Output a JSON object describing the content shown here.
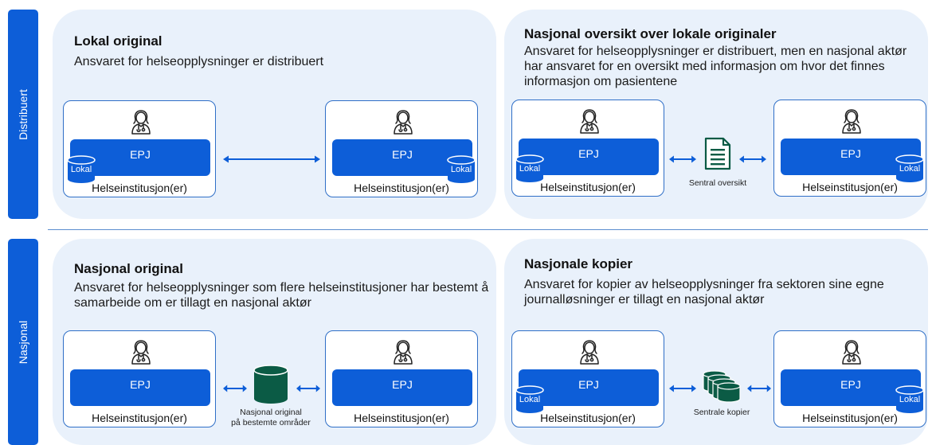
{
  "rows": {
    "top_label": "Distribuert",
    "bottom_label": "Nasjonal"
  },
  "panels": [
    {
      "title": "Lokal original",
      "description": "Ansvaret for helseopplysninger er distribuert",
      "left": {
        "epj": "EPJ",
        "label": "Helseinstitusjon(er)",
        "lokal": "Lokal"
      },
      "right": {
        "epj": "EPJ",
        "label": "Helseinstitusjon(er)",
        "lokal": "Lokal"
      }
    },
    {
      "title": "Nasjonal oversikt over lokale originaler",
      "description": "Ansvaret for helseopplysninger er distribuert, men en nasjonal aktør har ansvaret for en oversikt med informasjon om hvor det finnes informasjon om pasientene",
      "left": {
        "epj": "EPJ",
        "label": "Helseinstitusjon(er)",
        "lokal": "Lokal"
      },
      "right": {
        "epj": "EPJ",
        "label": "Helseinstitusjon(er)",
        "lokal": "Lokal"
      },
      "center_caption": "Sentral oversikt"
    },
    {
      "title": "Nasjonal original",
      "description": "Ansvaret for helseopplysninger som flere helseinstitusjoner har bestemt å samarbeide om er tillagt en nasjonal aktør",
      "left": {
        "epj": "EPJ",
        "label": "Helseinstitusjon(er)"
      },
      "right": {
        "epj": "EPJ",
        "label": "Helseinstitusjon(er)"
      },
      "center_caption_line1": "Nasjonal original",
      "center_caption_line2": "på bestemte områder"
    },
    {
      "title": "Nasjonale kopier",
      "description": "Ansvaret for kopier av helseopplysninger fra sektoren sine egne journalløsninger er tillagt en nasjonal aktør",
      "left": {
        "epj": "EPJ",
        "label": "Helseinstitusjon(er)",
        "lokal": "Lokal"
      },
      "right": {
        "epj": "EPJ",
        "label": "Helseinstitusjon(er)",
        "lokal": "Lokal"
      },
      "center_caption": "Sentrale kopier"
    }
  ],
  "colors": {
    "accent": "#0d5ed8",
    "panel_bg": "#e9f1fb",
    "cylinder_dark": "#0b5b45"
  },
  "icons": {
    "doctor": "doctor-icon",
    "database": "database-icon",
    "document": "document-icon",
    "arrow": "double-arrow-icon"
  }
}
